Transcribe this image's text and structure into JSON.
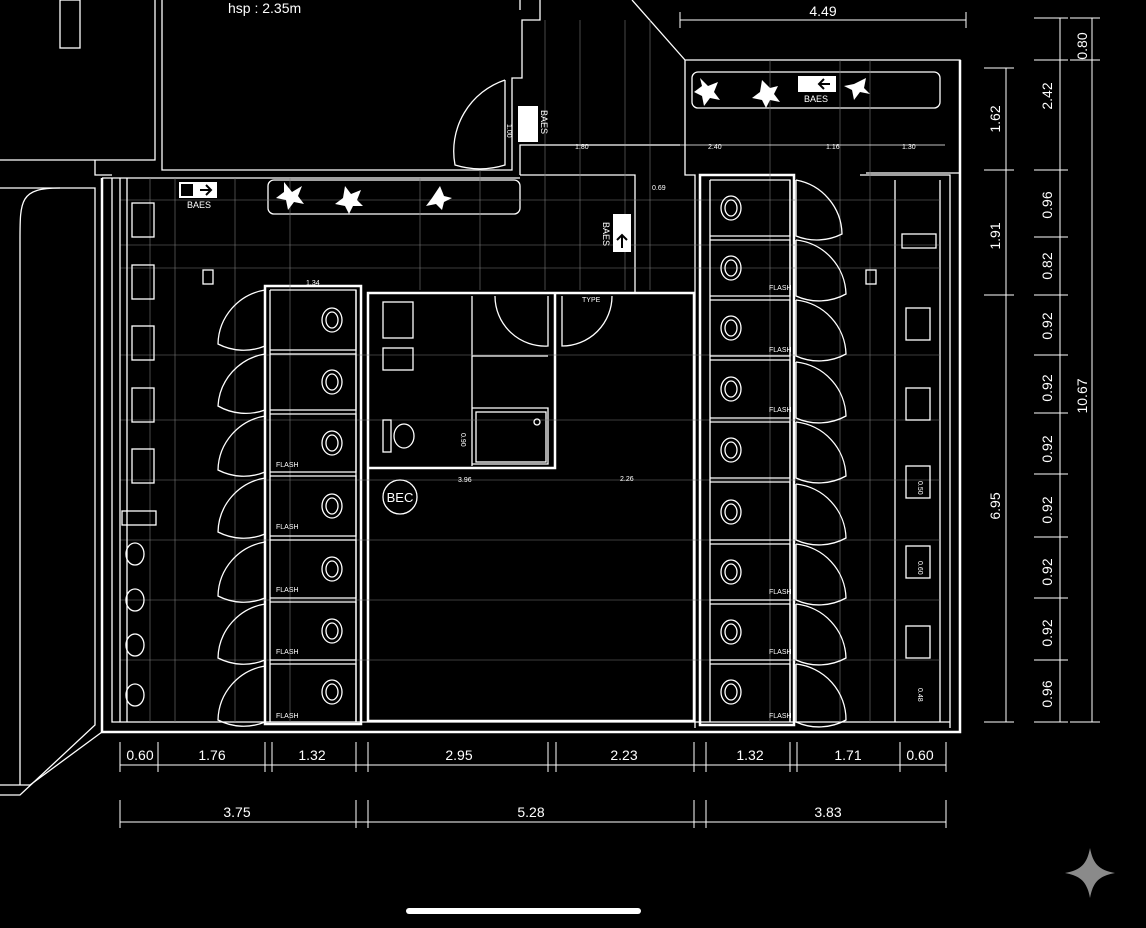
{
  "header": {
    "ceiling_height": "hsp : 2.35m"
  },
  "labels": {
    "baes": "BAES",
    "bec": "BEC",
    "flash": "FLASH",
    "type": "TYPE"
  },
  "dimensions": {
    "bottom_row1": [
      "0.60",
      "1.76",
      "1.32",
      "2.95",
      "2.23",
      "1.32",
      "1.71",
      "0.60"
    ],
    "bottom_row2": [
      "3.75",
      "5.28",
      "3.83"
    ],
    "top": "4.49",
    "right_inner": [
      "1.62",
      "1.91",
      "6.95"
    ],
    "right_mid": [
      "2.42",
      "0.96",
      "0.82",
      "0.92",
      "0.92",
      "0.92",
      "0.92",
      "0.92",
      "0.92",
      "0.96"
    ],
    "right_outer": [
      "0.80",
      "10.67"
    ]
  },
  "small_dims": {
    "top_corridor": [
      "1.80",
      "2.40",
      "1.16",
      "1.30"
    ],
    "misc": [
      "1.00",
      "0.69",
      "1.34",
      "2.26",
      "3.96",
      "0.90",
      "0.60",
      "0.50",
      "0.48"
    ]
  },
  "icons": [
    "exit-sign-icon",
    "fire-extinguisher-icon",
    "sparkle-icon"
  ]
}
